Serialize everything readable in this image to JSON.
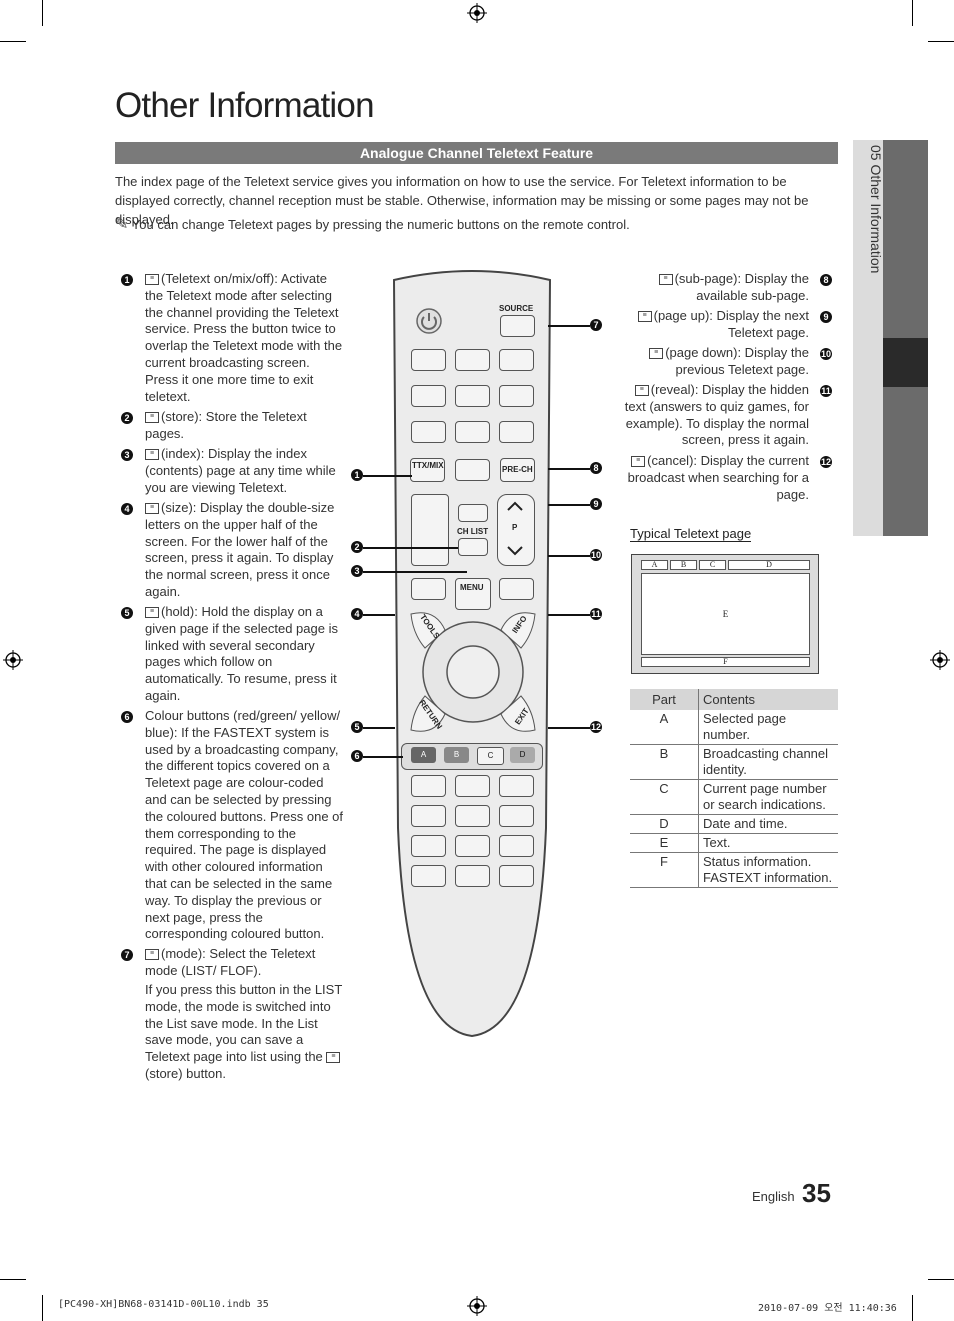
{
  "page": {
    "title": "Other Information",
    "section_title": "Analogue Channel Teletext Feature",
    "intro": "The index page of the Teletext service gives you information on how to use the service. For Teletext information to be displayed correctly, channel reception must be stable. Otherwise, information may be missing or some pages may not be displayed.",
    "note": "You can change Teletext pages by pressing the numeric buttons on the remote control.",
    "side_tab": "05   Other Information",
    "language": "English",
    "page_number": "35",
    "footer_left": "[PC490-XH]BN68-03141D-00L10.indb   35",
    "footer_right": "2010-07-09   오전 11:40:36"
  },
  "left_items": [
    {
      "num": "1",
      "icon": "teletext-mix-icon",
      "text": "(Teletext on/mix/off): Activate the Teletext mode after selecting the channel providing the Teletext service. Press the button twice to overlap the Teletext mode with the current broadcasting screen. Press it one more time to exit teletext."
    },
    {
      "num": "2",
      "icon": "store-icon",
      "text": "(store): Store the Teletext pages."
    },
    {
      "num": "3",
      "icon": "index-icon",
      "text": "(index): Display the index (contents) page at any time while you are viewing Teletext."
    },
    {
      "num": "4",
      "icon": "size-icon",
      "text": "(size): Display the double-size letters on the upper half of the screen. For the lower half of the screen, press it again. To display the normal screen, press it once again."
    },
    {
      "num": "5",
      "icon": "hold-icon",
      "text": "(hold): Hold the display on a given page if the selected page is linked with several secondary pages which follow on automatically. To resume, press it again."
    },
    {
      "num": "6",
      "icon": "",
      "text": "Colour buttons (red/green/ yellow/ blue): If the FASTEXT system is used by a broadcasting company, the different topics covered on a Teletext page are colour-coded and can be selected by pressing the coloured buttons. Press one of them corresponding to the required. The page is displayed with other coloured information that can be selected in the same way. To display the previous or next page, press the corresponding coloured button."
    },
    {
      "num": "7",
      "icon": "mode-icon",
      "text": "(mode): Select the Teletext mode (LIST/ FLOF).",
      "extra": "If you press this button in the LIST mode, the mode is switched into the List save mode. In the List save mode, you can save a Teletext page into list using the",
      "extra_tail": "(store) button."
    }
  ],
  "right_items": [
    {
      "num": "8",
      "icon": "sub-page-icon",
      "text": "(sub-page): Display the available sub-page."
    },
    {
      "num": "9",
      "icon": "page-up-icon",
      "text": "(page up): Display the next Teletext page."
    },
    {
      "num": "10",
      "icon": "page-down-icon",
      "text": "(page down): Display the previous Teletext page."
    },
    {
      "num": "11",
      "icon": "reveal-icon",
      "text": "(reveal): Display the hidden text (answers to quiz games, for example). To display the normal screen, press it again."
    },
    {
      "num": "12",
      "icon": "cancel-icon",
      "text": "(cancel): Display the current broadcast when searching for a page."
    }
  ],
  "remote": {
    "source": "SOURCE",
    "ttx": "TTX/MIX",
    "prech": "PRE-CH",
    "chlist": "CH LIST",
    "p": "P",
    "menu": "MENU",
    "tools": "TOOLS",
    "info": "INFO",
    "return": "RETURN",
    "exit": "EXIT",
    "colour_buttons": [
      "A",
      "B",
      "C",
      "D"
    ]
  },
  "teletext_page": {
    "heading": "Typical Teletext page",
    "top_labels": [
      "A",
      "B",
      "C",
      "D"
    ],
    "center_label": "E",
    "bottom_label": "F"
  },
  "parts_table": {
    "headers": [
      "Part",
      "Contents"
    ],
    "rows": [
      {
        "part": "A",
        "contents": "Selected page number."
      },
      {
        "part": "B",
        "contents": "Broadcasting channel identity."
      },
      {
        "part": "C",
        "contents": "Current page number or search indications."
      },
      {
        "part": "D",
        "contents": "Date and time."
      },
      {
        "part": "E",
        "contents": "Text."
      },
      {
        "part": "F",
        "contents": "Status information. FASTEXT information."
      }
    ]
  }
}
